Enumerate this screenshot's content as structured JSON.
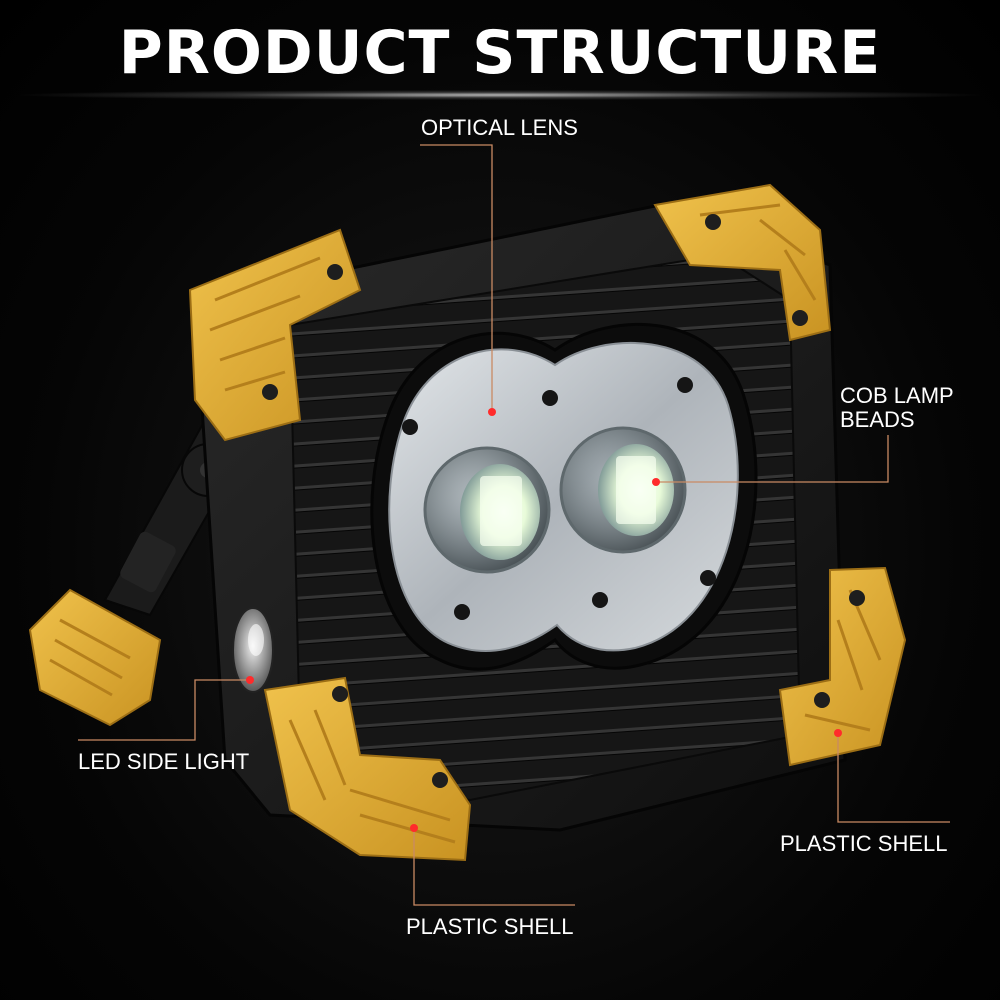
{
  "title": "PRODUCT STRUCTURE",
  "labels": {
    "optical_lens": "OPTICAL LENS",
    "cob_line1": "COB LAMP",
    "cob_line2": "BEADS",
    "led_side_light": "LED SIDE LIGHT",
    "plastic_shell_right": "PLASTIC SHELL",
    "plastic_shell_bottom": "PLASTIC SHELL"
  },
  "colors": {
    "background": "#000000",
    "housing": "#1c1c1c",
    "corner_bumpers": "#e2b038",
    "lens_ring": "#c9ced3",
    "led": "#f4fff0",
    "callout_line": "#c98a63",
    "callout_dot": "#ff2b2b"
  }
}
